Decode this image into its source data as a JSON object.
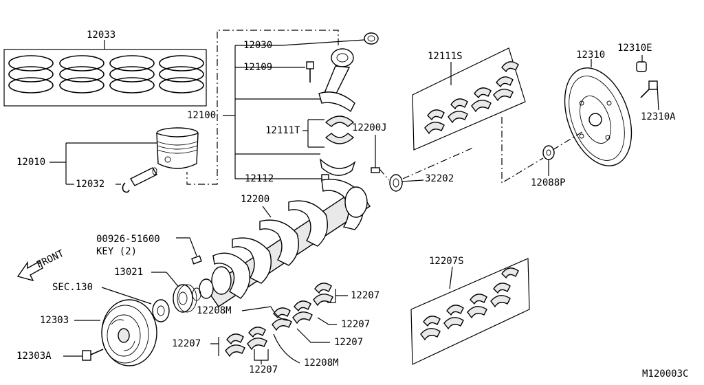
{
  "diagram": {
    "part_labels": {
      "p12033": "12033",
      "p12030": "12030",
      "p12109": "12109",
      "p12100": "12100",
      "p12111T": "12111T",
      "p12112": "12112",
      "p12010": "12010",
      "p12032": "12032",
      "p12111S": "12111S",
      "p12200J": "12200J",
      "p32202": "32202",
      "p12310": "12310",
      "p12310E": "12310E",
      "p12310A": "12310A",
      "p12088P": "12088P",
      "p12200": "12200",
      "p00926": "00926-51600",
      "key": "KEY (2)",
      "front": "FRONT",
      "p13021": "13021",
      "sec130": "SEC.130",
      "p12303": "12303",
      "p12303A": "12303A",
      "p12207S": "12207S",
      "p12207_a": "12207",
      "p12207_b": "12207",
      "p12207_c": "12207",
      "p12207_d": "12207",
      "p12207_e": "12207",
      "p12208M_a": "12208M",
      "p12208M_b": "12208M"
    },
    "figure_code": "M120003C"
  }
}
